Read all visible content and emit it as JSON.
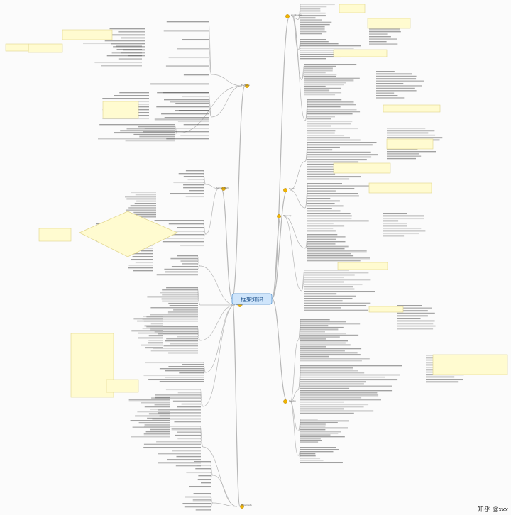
{
  "map": {
    "central": "框架知识",
    "colors": {
      "line": "#b7b7b7",
      "text": "#555555",
      "note_fill": "#fffbd0",
      "note_border": "#e0d48a",
      "central_fill": "#cfe5fb",
      "central_border": "#6aa2d8",
      "marker": "#f0b400",
      "background": "#fbfbfb"
    }
  },
  "branches": {
    "upper_left": "MyBatis",
    "mid_left": "Spring MVC",
    "lower_left": "Spring",
    "bottom_left": "Hibernate",
    "upper_right": "Hadoop",
    "mid_right": "Redis",
    "lower_right": "Dubbo",
    "bottom_right": "Zookeeper"
  },
  "watermark": "知乎 @xxx"
}
